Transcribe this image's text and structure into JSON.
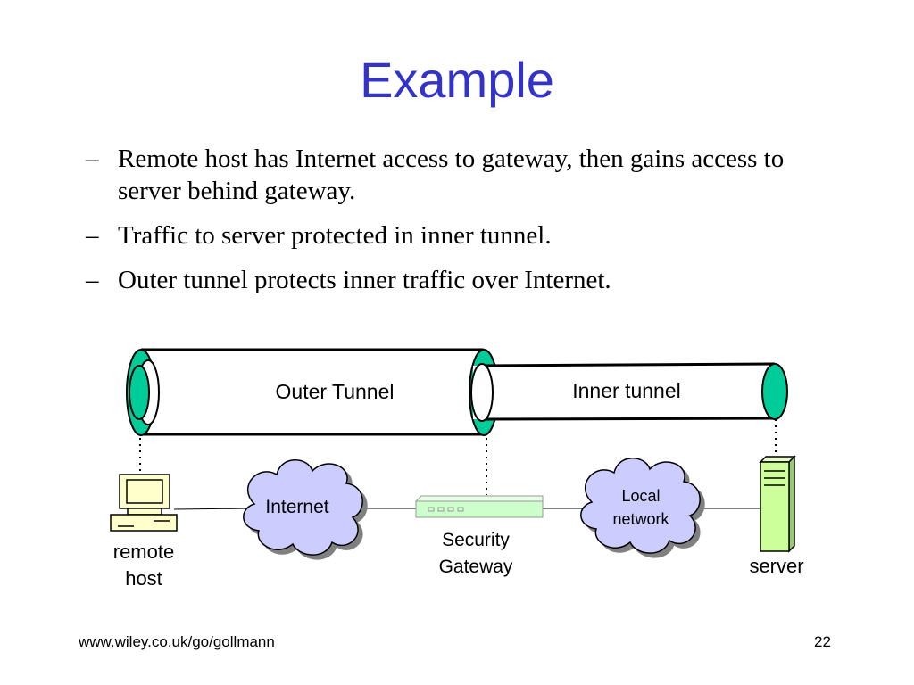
{
  "slide": {
    "title": "Example",
    "bullets": [
      "Remote host has Internet access to gateway, then gains access to server behind gateway.",
      "Traffic to server protected in inner tunnel.",
      "Outer tunnel protects inner traffic over Internet."
    ],
    "bullet_marker": "–"
  },
  "diagram": {
    "outer_tunnel_label": "Outer Tunnel",
    "inner_tunnel_label": "Inner tunnel",
    "internet_label": "Internet",
    "local_network_label_line1": "Local",
    "local_network_label_line2": "network",
    "gateway_label_line1": "Security",
    "gateway_label_line2": "Gateway",
    "remote_host_label_line1": "remote",
    "remote_host_label_line2": "host",
    "server_label": "server"
  },
  "footer": {
    "url": "www.wiley.co.uk/go/gollmann",
    "page_number": "22"
  },
  "colors": {
    "title": "#3333cc",
    "tunnel_end": "#00cc99",
    "cloud_fill": "#ccccff",
    "device_fill": "#ffffcc",
    "gateway_fill": "#ccffcc",
    "server_fill": "#ccff99"
  }
}
